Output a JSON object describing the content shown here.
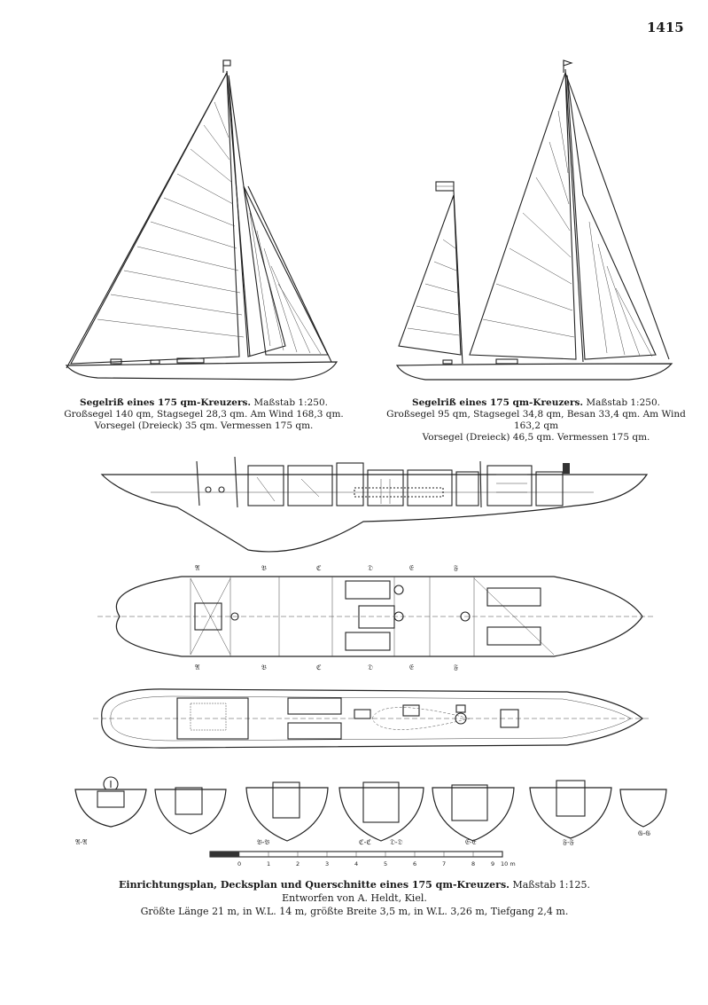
{
  "page_number": "1415",
  "caption_left": {
    "title": "Segelriß eines 175 qm-Kreuzers.",
    "scale": "Maßstab 1:250.",
    "line1": "Großsegel 140 qm, Stagsegel 28,3 qm. Am Wind 168,3 qm.",
    "line2": "Vorsegel (Dreieck) 35 qm. Vermessen 175 qm."
  },
  "caption_right": {
    "title": "Segelriß eines 175 qm-Kreuzers.",
    "scale": "Maßstab 1:250.",
    "line1": "Großsegel 95 qm, Stagsegel 34,8 qm, Besan 33,4 qm. Am Wind 163,2 qm",
    "line2": "Vorsegel (Dreieck) 46,5 qm. Vermessen 175 qm."
  },
  "caption_bottom": {
    "title": "Einrichtungsplan, Decksplan und Querschnitte eines 175 qm-Kreuzers.",
    "scale": "Maßstab 1:125.",
    "line1": "Entworfen von A. Heldt, Kiel.",
    "line2": "Größte Länge 21 m, in W.L. 14 m, größte Breite 3,5 m, in W.L. 3,26 m, Tiefgang 2,4 m."
  },
  "section_labels_top": [
    "𝔄",
    "𝔅",
    "ℭ",
    "𝔇",
    "𝔈",
    "𝔉"
  ],
  "section_labels_bottom": [
    "𝔄",
    "𝔅",
    "ℭ",
    "𝔇",
    "𝔈",
    "𝔉"
  ],
  "cross_section_labels": [
    "𝔄-𝔄",
    "𝔅-𝔅",
    "ℭ-ℭ",
    "𝔇-𝔇",
    "𝔈-𝔈",
    "𝔉-𝔉",
    "𝔊-𝔊"
  ],
  "scale_bar": {
    "ticks": [
      "0",
      "1",
      "2",
      "3",
      "4",
      "5",
      "6",
      "7",
      "8",
      "9",
      "10 m"
    ]
  }
}
